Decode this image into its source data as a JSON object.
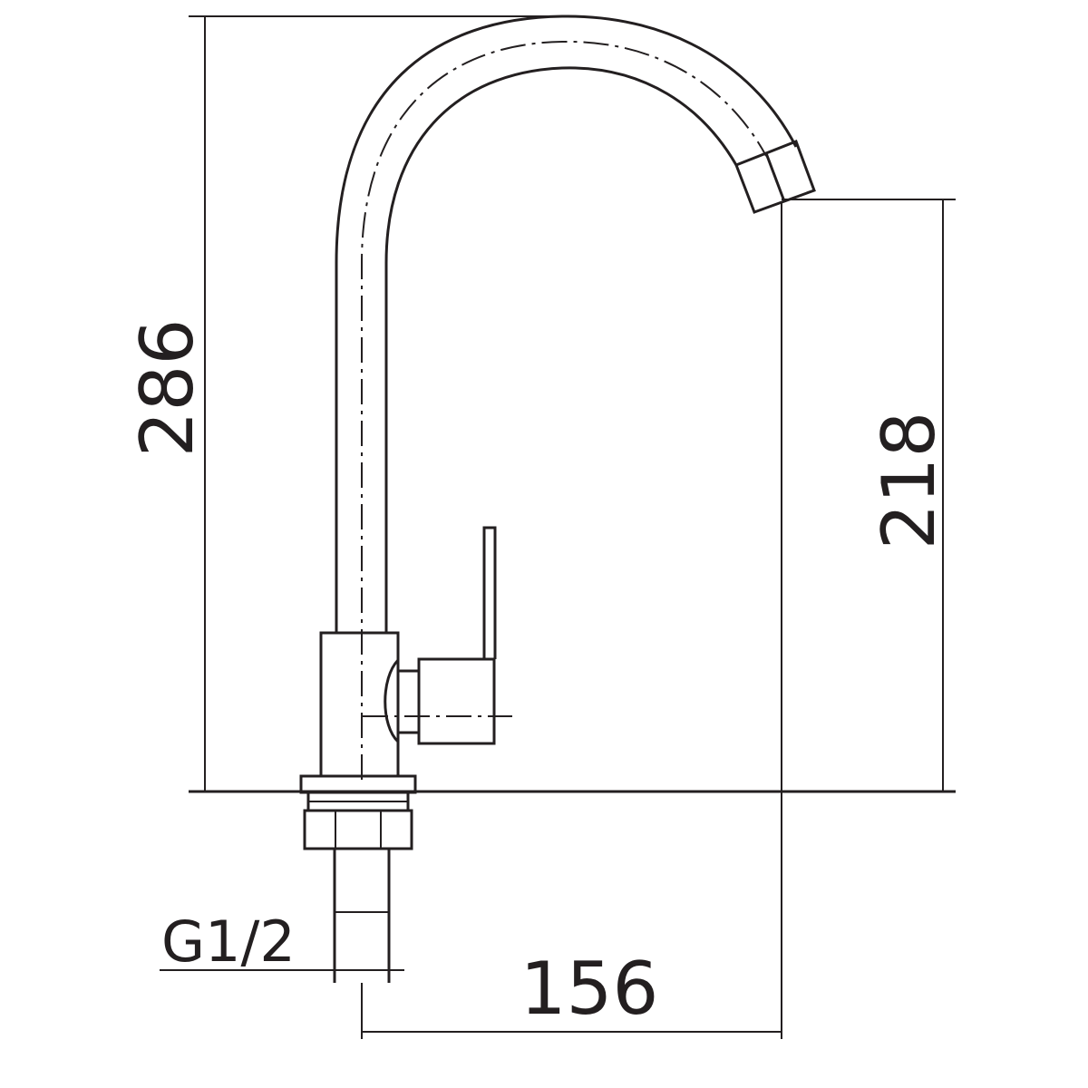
{
  "dimensions": {
    "total_height": "286",
    "spout_height": "218",
    "reach": "156",
    "thread": "G1/2"
  },
  "colors": {
    "line": "#231f20",
    "background": "#ffffff"
  }
}
